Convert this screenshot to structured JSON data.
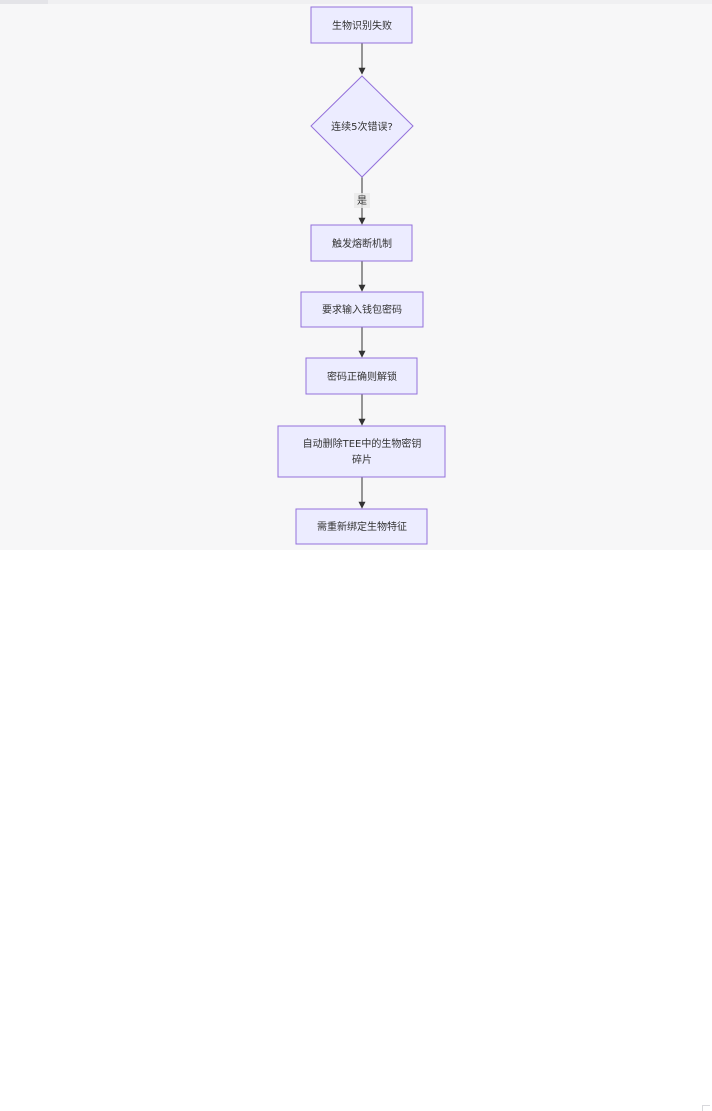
{
  "flowchart": {
    "nodes": {
      "bio_fail": "生物识别失败",
      "five_errors": "连续5次错误?",
      "fuse": "触发熔断机制",
      "wallet_pwd": "要求输入钱包密码",
      "pwd_unlock": "密码正确则解锁",
      "delete_tee_line1": "自动删除TEE中的生物密钥",
      "delete_tee_line2": "碎片",
      "rebind": "需重新绑定生物特征"
    },
    "edges": {
      "yes_label": "是"
    }
  },
  "colors": {
    "node_fill": "#ececff",
    "node_stroke": "#9370db",
    "edge": "#333333",
    "background": "#f7f7f8"
  }
}
